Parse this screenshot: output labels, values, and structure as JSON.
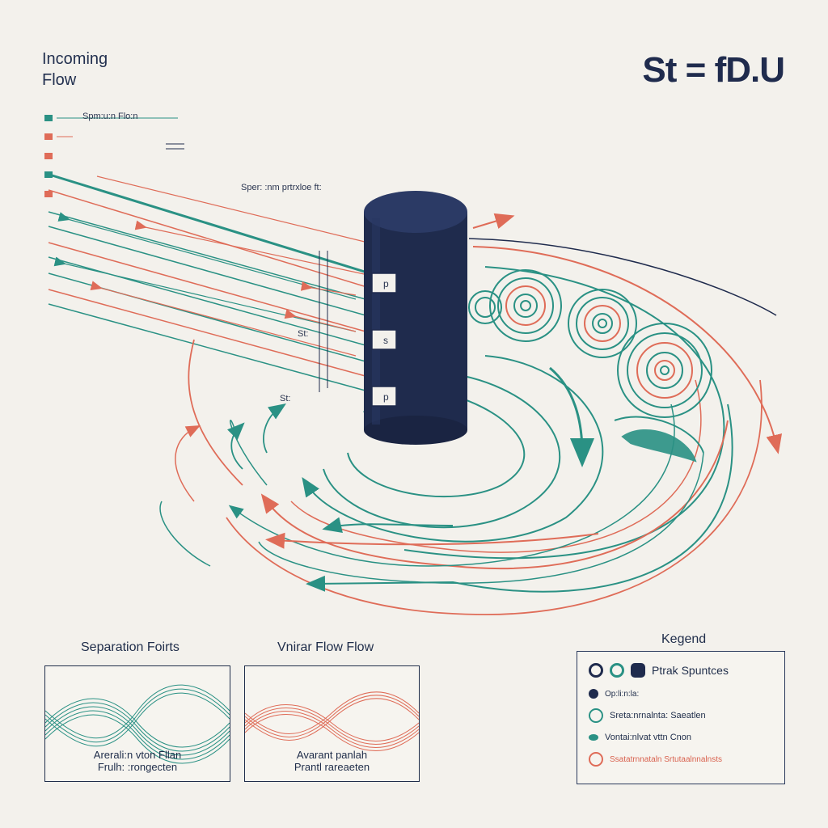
{
  "title": {
    "line1": "Incoming",
    "line2": "Flow"
  },
  "formula": "St = fD.U",
  "annotations": {
    "top_left": "Spm:u:n Flo:n",
    "top_mid": "Sper: :nm prtrxloe ft:",
    "mid": "St:",
    "lower": "St:"
  },
  "markers": [
    "p",
    "s",
    "p"
  ],
  "panels": [
    {
      "title": "Separation Foirts",
      "caption1": "Arerali:n vton Fllan",
      "caption2": "Frulh: :rongecten",
      "color": "#2a9184"
    },
    {
      "title": "Vnirar Flow Flow",
      "caption1": "Avarant panlah",
      "caption2": "Prantl rareaeten",
      "color": "#df6c58"
    }
  ],
  "legend": {
    "title": "Kegend",
    "items": [
      {
        "label": "Ptrak Spuntces",
        "icon": "mixed-icons"
      },
      {
        "label": "Op:li:n:la:",
        "icon": "dark-dot-icon"
      },
      {
        "label": "Sreta:nrnalnta: Saeatlen",
        "icon": "teal-d-icon"
      },
      {
        "label": "Vontai:nlvat vttn Cnon",
        "icon": "teal-dot-icon"
      },
      {
        "label": "Ssatatrnnataln Srtutaalnnalnsts",
        "icon": "red-l-icon"
      }
    ]
  },
  "colors": {
    "navy": "#1f2b4d",
    "teal": "#2a9184",
    "coral": "#df6c58",
    "paper": "#f3f1ec"
  }
}
